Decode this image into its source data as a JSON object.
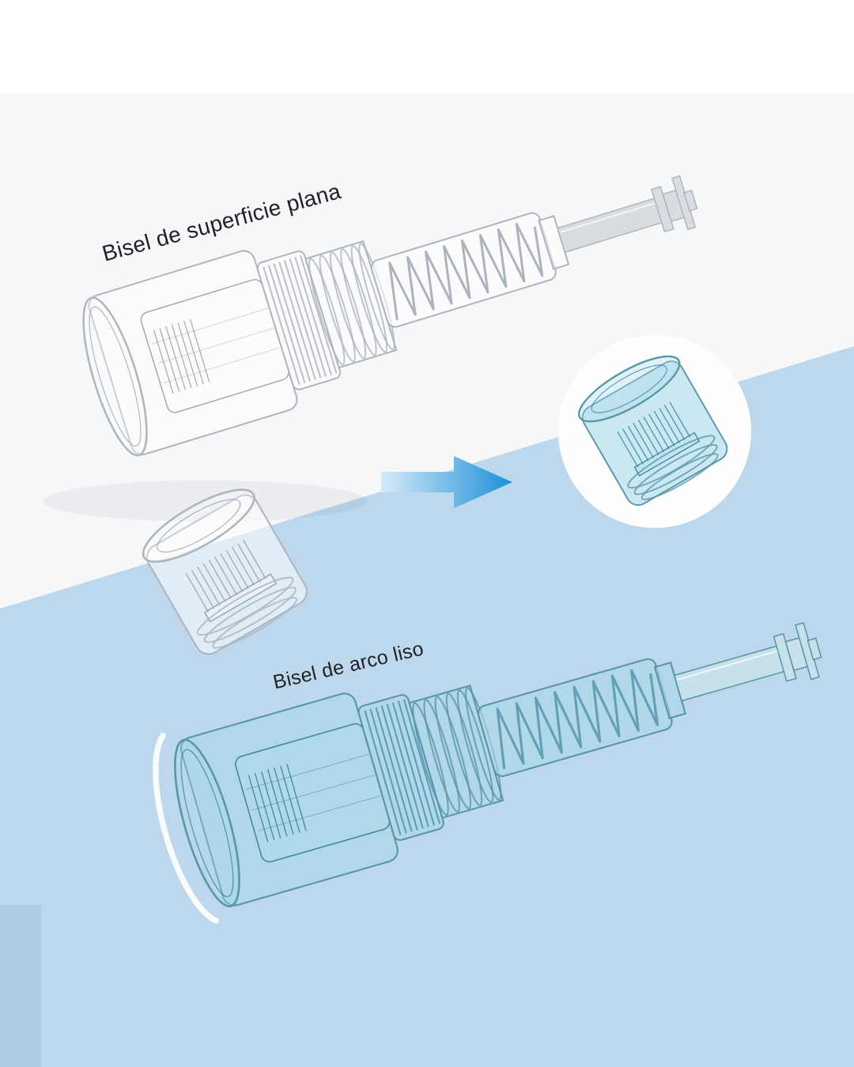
{
  "products": [
    {
      "label": "Bisel de superficie plana",
      "tint": "clear"
    },
    {
      "label": "Bisel de arco liso",
      "tint": "teal"
    }
  ],
  "icons": {
    "arrow": "arrow-right-icon"
  },
  "colors": {
    "bg-white": "#f6f7f9",
    "bg-strip": "#ffffff",
    "bg-blue": "#bdd8ec",
    "bg-blue-deep": "#a9cbe3",
    "inset-circle": "#fdfeff",
    "arrow-start": "#d4ebf9",
    "arrow-end": "#1e8fd8",
    "label-text": "#202226",
    "clear-shell": "#ffffff",
    "clear-line": "#aeb5bf",
    "clear-detail": "#99a1ab",
    "clear-metal": "#d9dde2",
    "clear-spring": "#9aa1ab",
    "teal-shell": "#a9d9e7",
    "teal-line": "#5a96a9",
    "teal-detail": "#33809a",
    "teal-metal": "#c6e1ea",
    "teal-spring": "#4f93a8"
  }
}
